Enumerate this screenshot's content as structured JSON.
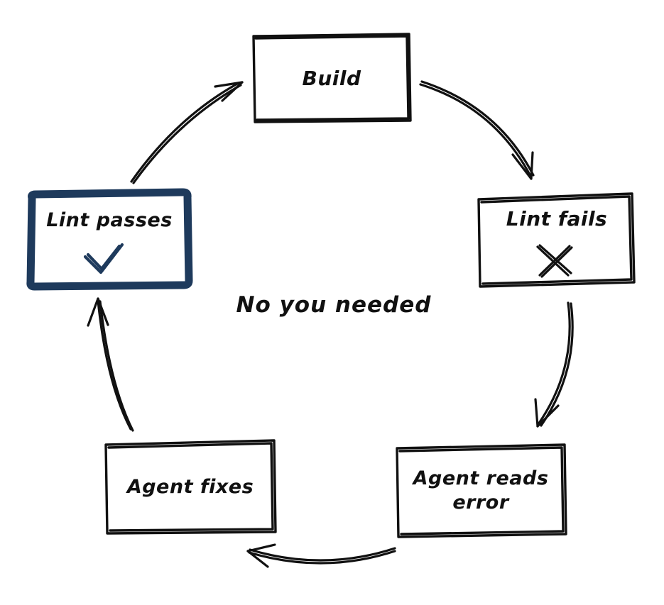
{
  "diagram": {
    "title_text": "No you needed",
    "style": "hand-drawn sketch",
    "background_color": "#ffffff",
    "ink_color": "#111111",
    "highlight_color": "#1e3a5c",
    "nodes": [
      {
        "id": "build",
        "label": "Build",
        "lines": [
          "Build"
        ],
        "highlighted": false,
        "mark": "none",
        "border_color": "#111111"
      },
      {
        "id": "lint-fails",
        "label": "Lint fails",
        "lines": [
          "Lint fails"
        ],
        "highlighted": false,
        "mark": "cross-icon",
        "border_color": "#111111"
      },
      {
        "id": "agent-reads-error",
        "label": "Agent reads error",
        "lines": [
          "Agent reads",
          "error"
        ],
        "highlighted": false,
        "mark": "none",
        "border_color": "#111111"
      },
      {
        "id": "agent-fixes",
        "label": "Agent fixes",
        "lines": [
          "Agent fixes"
        ],
        "highlighted": false,
        "mark": "none",
        "border_color": "#111111"
      },
      {
        "id": "lint-passes",
        "label": "Lint passes",
        "lines": [
          "Lint passes"
        ],
        "highlighted": true,
        "mark": "check-icon",
        "border_color": "#1e3a5c"
      }
    ],
    "edges": [
      {
        "from": "build",
        "to": "lint-fails",
        "direction": "clockwise"
      },
      {
        "from": "lint-fails",
        "to": "agent-reads-error",
        "direction": "clockwise"
      },
      {
        "from": "agent-reads-error",
        "to": "agent-fixes",
        "direction": "clockwise"
      },
      {
        "from": "agent-fixes",
        "to": "lint-passes",
        "direction": "clockwise"
      },
      {
        "from": "lint-passes",
        "to": "build",
        "direction": "clockwise"
      }
    ]
  }
}
